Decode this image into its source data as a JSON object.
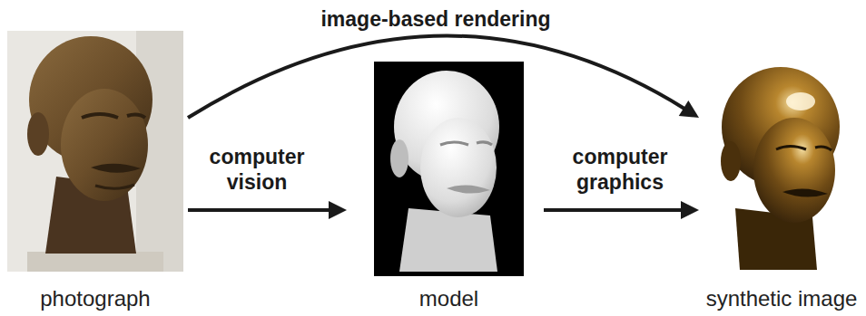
{
  "diagram": {
    "nodes": [
      {
        "text": [
          "photograph"
        ]
      },
      {
        "text": [
          "model"
        ]
      },
      {
        "text": [
          "synthetic image"
        ]
      }
    ],
    "edges": [
      {
        "from": 0,
        "to": 1,
        "arrow": "to",
        "label": "computer vision"
      },
      {
        "from": 1,
        "to": 2,
        "arrow": "to",
        "label": "computer graphics"
      },
      {
        "from": 0,
        "to": 2,
        "arrow": "to",
        "label": "image-based rendering"
      }
    ]
  }
}
